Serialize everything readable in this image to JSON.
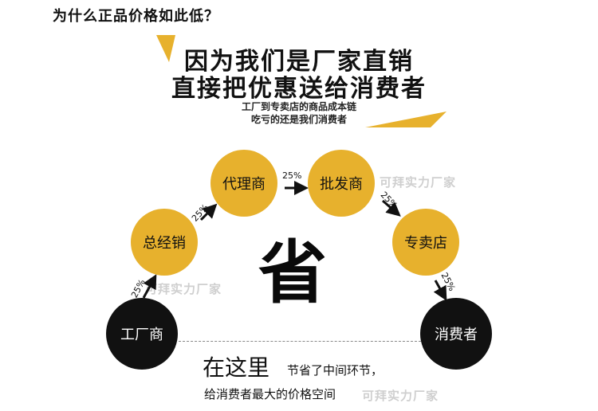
{
  "question": "为什么正品价格如此低？",
  "headline": {
    "line1": "因为我们是厂家直销",
    "line2": "直接把优惠送给消费者"
  },
  "subtitle": {
    "line1": "工厂到专卖店的商品成本链",
    "line2": "吃亏的还是我们消费者"
  },
  "chain": {
    "factory": "工厂商",
    "general": "总经销",
    "agent": "代理商",
    "wholesale": "批发商",
    "store": "专卖店",
    "consumer": "消费者"
  },
  "percent": "25%",
  "save_char": "省",
  "bottom": {
    "here": "在这里",
    "note1": "节省了中间环节，",
    "note2": "给消费者最大的价格空间"
  },
  "watermark": "可拜实力厂家",
  "colors": {
    "gold": "#E7B12D",
    "dark": "#111111"
  }
}
